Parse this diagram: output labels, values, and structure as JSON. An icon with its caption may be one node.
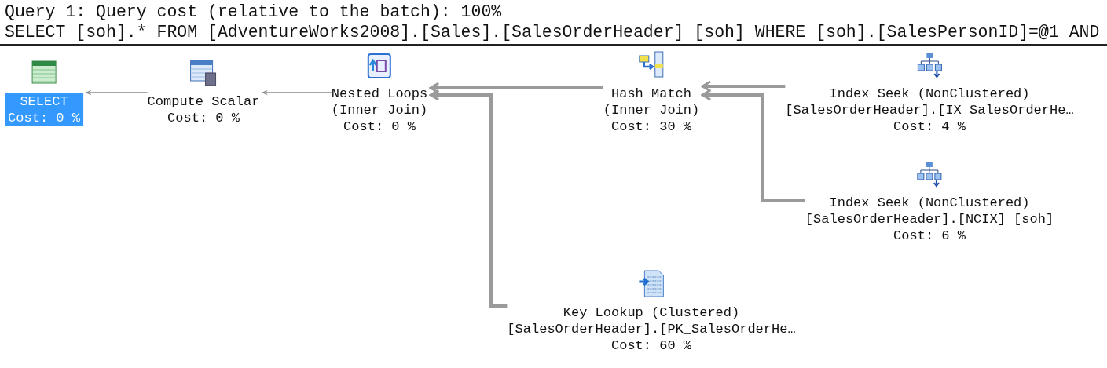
{
  "diagram": {
    "title": "Query 1: Query cost (relative to the batch): 100%",
    "labels": [
      "SELECT [soh].* FROM [AdventureWorks2008].[Sales].[SalesOrderHeader] [soh] WHERE [soh].[SalesPersonID]=@1 AND"
    ],
    "nodes": [
      {
        "text": [
          "SELECT",
          "Cost: 0 %"
        ]
      },
      {
        "text": [
          "Compute Scalar",
          "Cost: 0 %"
        ]
      },
      {
        "text": [
          "Nested Loops",
          "(Inner Join)",
          "Cost: 0 %"
        ]
      },
      {
        "text": [
          "Hash Match",
          "(Inner Join)",
          "Cost: 30 %"
        ]
      },
      {
        "text": [
          "Index Seek (NonClustered)",
          "[SalesOrderHeader].[IX_SalesOrderHe…",
          "Cost: 4 %"
        ]
      },
      {
        "text": [
          "Index Seek (NonClustered)",
          "[SalesOrderHeader].[NCIX] [soh]",
          "Cost: 6 %"
        ]
      },
      {
        "text": [
          "Key Lookup (Clustered)",
          "[SalesOrderHeader].[PK_SalesOrderHe…",
          "Cost: 60 %"
        ]
      }
    ],
    "edges": [
      {
        "from": 1,
        "to": 0,
        "arrow": "to"
      },
      {
        "from": 2,
        "to": 1,
        "arrow": "to"
      },
      {
        "from": 3,
        "to": 2,
        "arrow": "to"
      },
      {
        "from": 6,
        "to": 2,
        "arrow": "to"
      },
      {
        "from": 4,
        "to": 3,
        "arrow": "to"
      },
      {
        "from": 5,
        "to": 3,
        "arrow": "to"
      }
    ]
  }
}
